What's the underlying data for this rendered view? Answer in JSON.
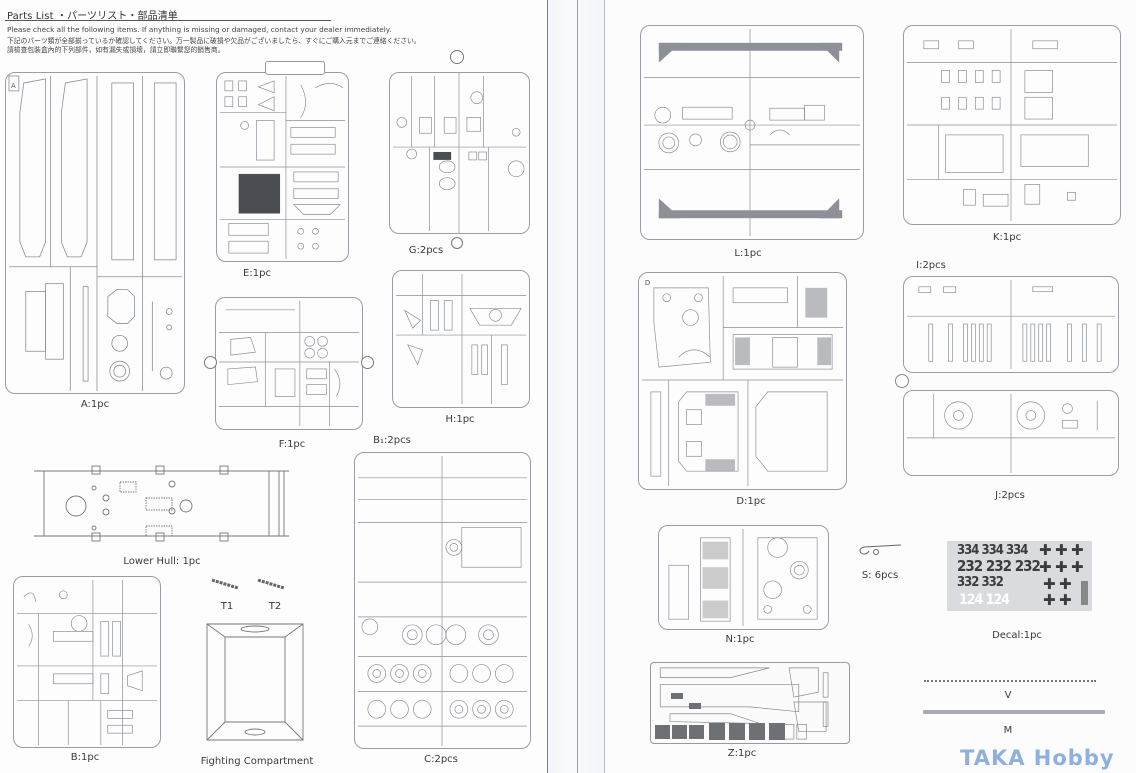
{
  "header": {
    "title": "Parts List ・パーツリスト・部品清单",
    "line_en": "Please check all the following items. If anything is missing or damaged, contact your dealer immediately.",
    "line_ja": "下記のパーツ類が全部揃っているか確認してください。万一製品に破損や欠品がございましたら、すぐにご購入元までご連絡ください。",
    "line_zh": "請檢查包裝盒內的下列部件，如有漏失或損壞，請立即聯繫您的銷售商。"
  },
  "left_page": {
    "parts": [
      {
        "id": "A",
        "label": "A:1pc",
        "sprue_letter": "A"
      },
      {
        "id": "E",
        "label": "E:1pc"
      },
      {
        "id": "G",
        "label": "G:2pcs"
      },
      {
        "id": "F",
        "label": "F:1pc"
      },
      {
        "id": "H",
        "label": "H:1pc"
      },
      {
        "id": "B1",
        "label": "B₁:2pcs"
      },
      {
        "id": "lower-hull",
        "label": "Lower Hull: 1pc"
      },
      {
        "id": "T1",
        "label": "T1"
      },
      {
        "id": "T2",
        "label": "T2"
      },
      {
        "id": "B",
        "label": "B:1pc"
      },
      {
        "id": "fighting-compartment",
        "label": "Fighting Compartment"
      },
      {
        "id": "C",
        "label": "C:2pcs"
      }
    ]
  },
  "right_page": {
    "parts": [
      {
        "id": "L",
        "label": "L:1pc"
      },
      {
        "id": "K",
        "label": "K:1pc"
      },
      {
        "id": "I",
        "label": "I:2pcs"
      },
      {
        "id": "D",
        "label": "D:1pc",
        "sprue_letter": "D"
      },
      {
        "id": "J",
        "label": "J:2pcs"
      },
      {
        "id": "N",
        "label": "N:1pc"
      },
      {
        "id": "S",
        "label": "S: 6pcs"
      },
      {
        "id": "decal",
        "label": "Decal:1pc"
      },
      {
        "id": "Z",
        "label": "Z:1pc"
      },
      {
        "id": "V",
        "label": "V"
      },
      {
        "id": "M",
        "label": "M"
      }
    ],
    "decal_sheet": {
      "rows": [
        "334 334 334",
        "232 232 232",
        "332 332",
        "124 124"
      ],
      "cross_symbol": "✚"
    }
  },
  "watermark": "TAKA Hobby"
}
